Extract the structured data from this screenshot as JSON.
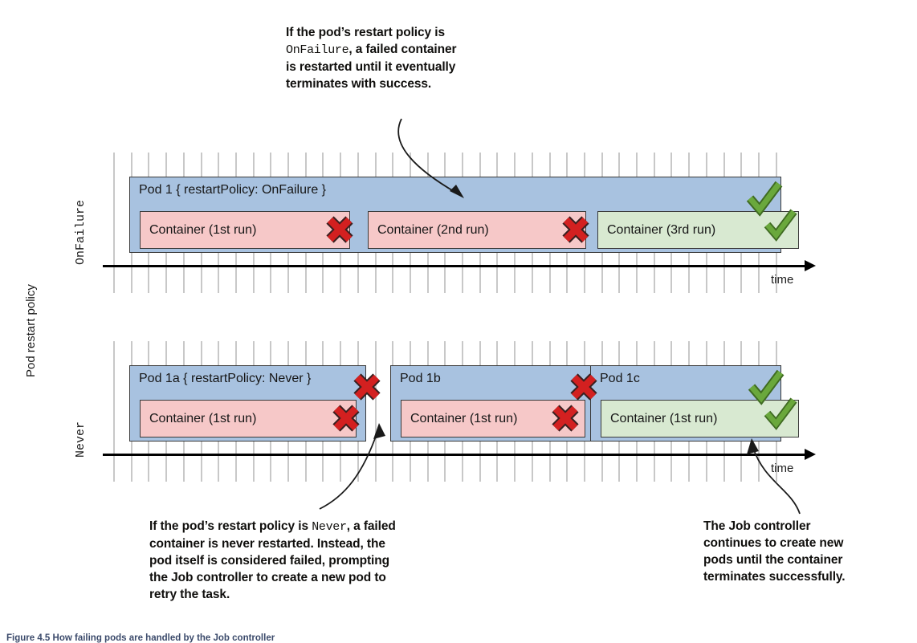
{
  "figure": {
    "axis_title": "Pod restart policy",
    "caption": "Figure 4.5  How failing pods are handled by the Job controller"
  },
  "callouts": {
    "top": {
      "line1": "If the pod’s restart policy is",
      "mono": "OnFailure",
      "line2_rest": ", a failed container",
      "line3": "is restarted until it eventually",
      "line4": "terminates with success."
    },
    "bottom_left": {
      "line1_before": "If the pod’s restart policy is ",
      "mono": "Never",
      "line1_after": ", a failed",
      "line2": "container is never restarted. Instead, the",
      "line3": "pod itself is considered failed, prompting",
      "line4": "the Job controller to create a new pod to",
      "line5": "retry the task."
    },
    "bottom_right": {
      "line1": "The Job controller",
      "line2": "continues to create new",
      "line3": "pods until the container",
      "line4": "terminates successfully."
    }
  },
  "rows": [
    {
      "id": "onfailure",
      "label": "OnFailure",
      "time_caption": "time",
      "pods": [
        {
          "label": "Pod 1 { restartPolicy: OnFailure }",
          "status": "success",
          "containers": [
            {
              "label": "Container (1st run)",
              "status": "failed"
            },
            {
              "label": "Container (2nd run)",
              "status": "failed"
            },
            {
              "label": "Container (3rd run)",
              "status": "success"
            }
          ]
        }
      ]
    },
    {
      "id": "never",
      "label": "Never",
      "time_caption": "time",
      "pods": [
        {
          "label": "Pod 1a { restartPolicy: Never }",
          "status": "failed",
          "containers": [
            {
              "label": "Container (1st run)",
              "status": "failed"
            }
          ]
        },
        {
          "label": "Pod 1b",
          "status": "failed",
          "containers": [
            {
              "label": "Container (1st run)",
              "status": "failed"
            }
          ]
        },
        {
          "label": "Pod 1c",
          "status": "success",
          "containers": [
            {
              "label": "Container (1st run)",
              "status": "success"
            }
          ]
        }
      ]
    }
  ],
  "colors": {
    "pod_fill": "#a8c2e0",
    "container_failed_fill": "#f6c8c8",
    "container_success_fill": "#d8e9d1",
    "stroke": "#3a3a3a",
    "gridline": "#c8c8c8",
    "fail_mark": "#d32020",
    "success_mark": "#6aa83c",
    "axis": "#000000"
  }
}
